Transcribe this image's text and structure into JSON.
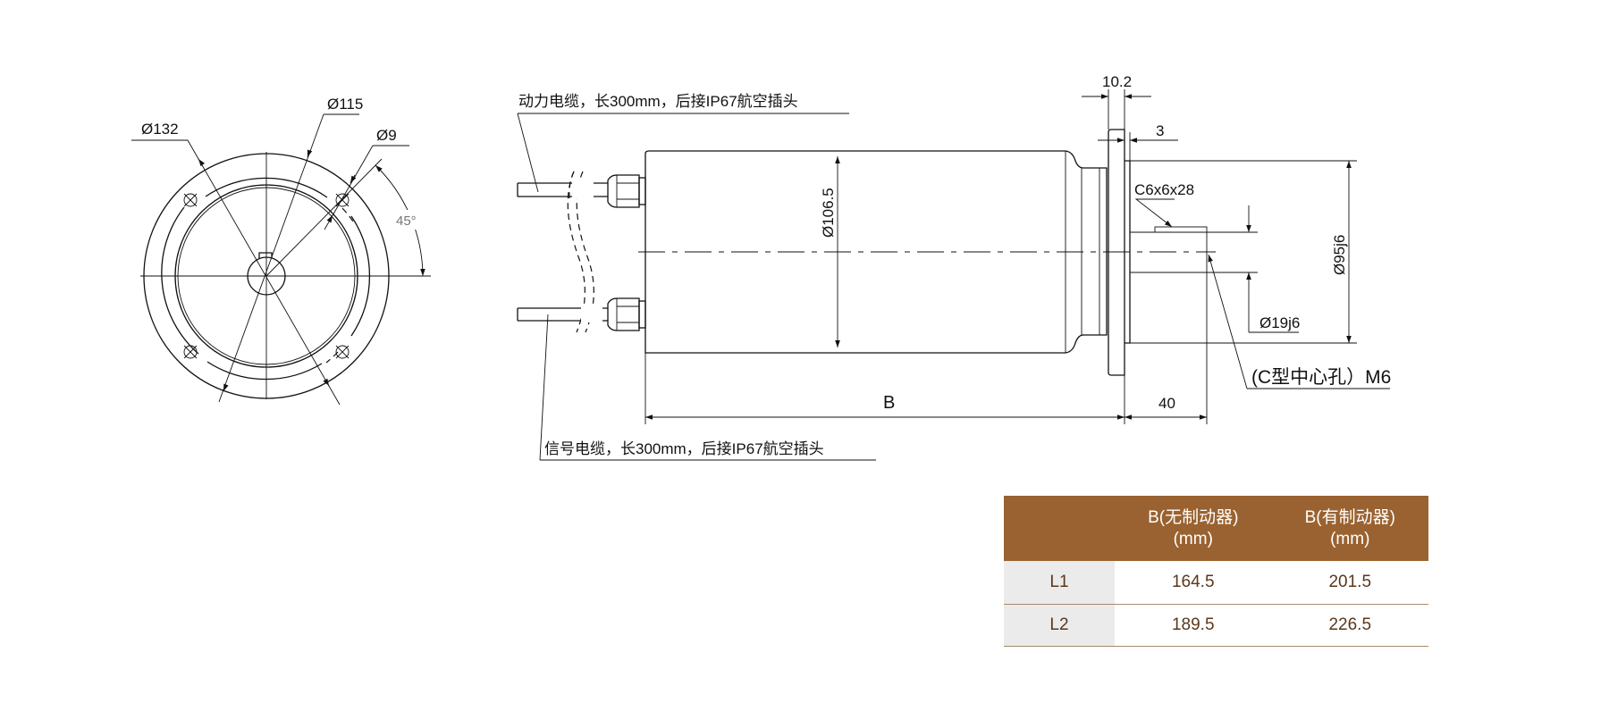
{
  "front_view": {
    "dia_outer": "Ø132",
    "dia_bolt_circle": "Ø115",
    "dia_hole": "Ø9",
    "angle": "45°"
  },
  "side_view": {
    "power_cable_label": "动力电缆，长300mm，后接IP67航空插头",
    "signal_cable_label": "信号电缆，长300mm，后接IP67航空插头",
    "body_diameter": "Ø106.5",
    "flange_thickness": "10.2",
    "spigot_length": "3",
    "key": "C6x6x28",
    "spigot_diameter": "Ø95j6",
    "shaft_diameter": "Ø19j6",
    "center_hole": "(C型中心孔）M6",
    "length_B": "B",
    "shaft_length": "40"
  },
  "table": {
    "header": {
      "col1": "",
      "col2_line1": "B(无制动器)",
      "col2_line2": "(mm)",
      "col3_line1": "B(有制动器)",
      "col3_line2": "(mm)"
    },
    "rows": [
      {
        "label": "L1",
        "no_brake": "164.5",
        "with_brake": "201.5"
      },
      {
        "label": "L2",
        "no_brake": "189.5",
        "with_brake": "226.5"
      }
    ],
    "colors": {
      "header_bg": "#9a6230",
      "text": "#5a381c",
      "label_bg": "#ebebeb"
    }
  }
}
